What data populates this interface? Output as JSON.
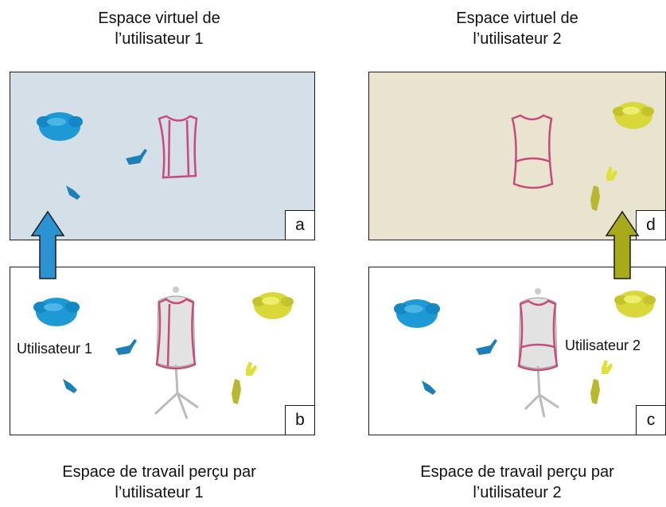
{
  "captions": {
    "top_left": [
      "Espace virtuel de",
      "l’utilisateur 1"
    ],
    "top_right": [
      "Espace virtuel de",
      "l’utilisateur 2"
    ],
    "bottom_left": [
      "Espace de travail perçu par",
      "l’utilisateur 1"
    ],
    "bottom_right": [
      "Espace de travail perçu par",
      "l’utilisateur 2"
    ]
  },
  "panels": {
    "a": {
      "letter": "a",
      "background": "#d5dfe8"
    },
    "b": {
      "letter": "b",
      "background": "#ffffff",
      "user_label": "Utilisateur 1"
    },
    "c": {
      "letter": "c",
      "background": "#ffffff",
      "user_label": "Utilisateur 2"
    },
    "d": {
      "letter": "d",
      "background": "#e8e4cf"
    }
  },
  "colors": {
    "user1": "#1d9ad6",
    "user2": "#d8d83a",
    "garment": "#c9497a",
    "arrow_left": "#2b93d3",
    "arrow_right": "#a7ab1a"
  },
  "icons": [
    "head-icon",
    "hand-icon",
    "garment-icon",
    "mannequin-icon",
    "arrow-icon"
  ]
}
